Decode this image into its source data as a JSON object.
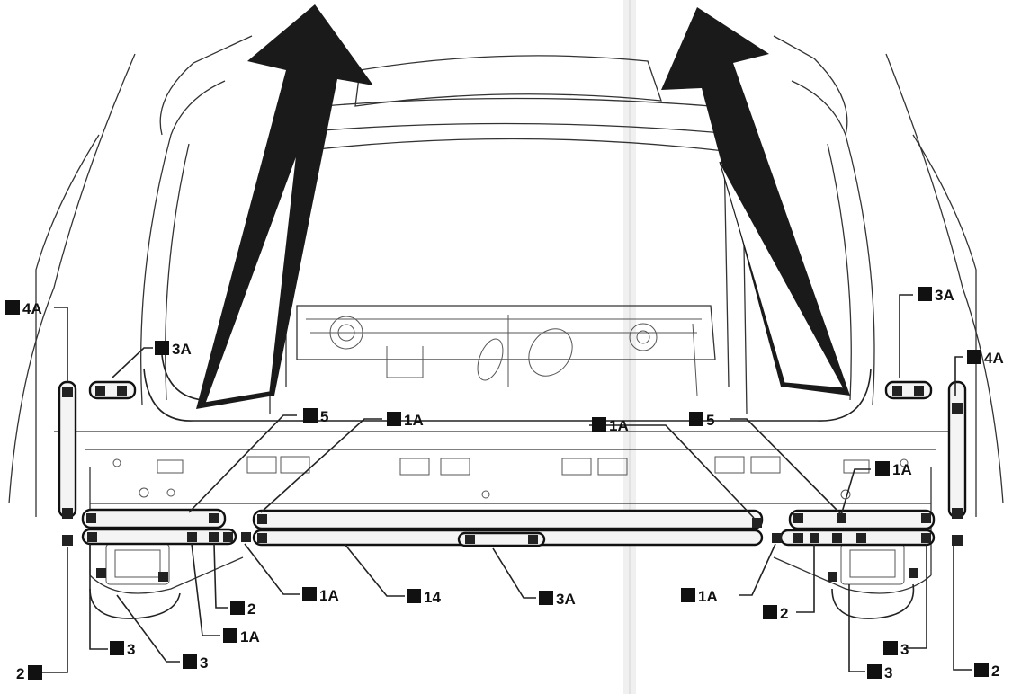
{
  "labels": {
    "l_4a_left": "4A",
    "l_3a_upper_left": "3A",
    "l_5_left": "5",
    "l_1a_center_left": "1A",
    "l_1a_center_right": "1A",
    "l_5_right": "5",
    "l_3a_upper_right": "3A",
    "l_4a_right": "4A",
    "l_1a_right": "1A",
    "l_2_bottom_left": "2",
    "l_3_bottom_left_a": "3",
    "l_3_bottom_left_b": "3",
    "l_1a_bottom_left_a": "1A",
    "l_2_bottom_left_b": "2",
    "l_1a_bottom_left_b": "1A",
    "l_14_bottom": "14",
    "l_3a_bottom": "3A",
    "l_1a_bottom_right": "1A",
    "l_2_bottom_right_a": "2",
    "l_3_bottom_right_a": "3",
    "l_3_bottom_right_b": "3",
    "l_2_bottom_right_b": "2"
  },
  "colors": {
    "line": "#222222",
    "arrow": "#1a1a1a",
    "marker": "#111111"
  }
}
